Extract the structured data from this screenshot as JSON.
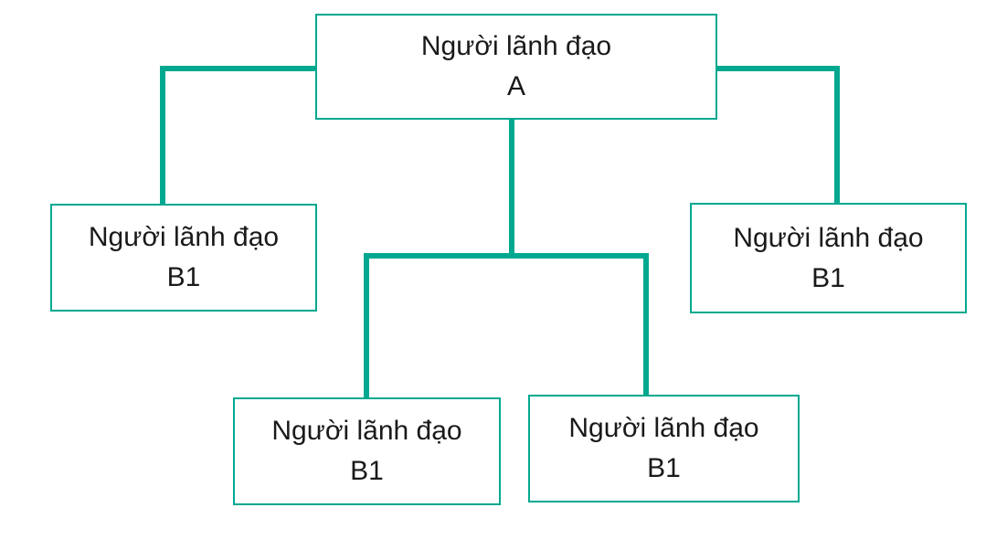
{
  "diagram": {
    "type": "org-chart",
    "accent_color": "#00a88f",
    "text_color": "#1a1a1a",
    "nodes": {
      "root": {
        "title": "Người lãnh đạo",
        "subtitle": "A"
      },
      "left": {
        "title": "Người lãnh đạo",
        "subtitle": "B1"
      },
      "right": {
        "title": "Người lãnh đạo",
        "subtitle": "B1"
      },
      "bottom_left": {
        "title": "Người lãnh đạo",
        "subtitle": "B1"
      },
      "bottom_right": {
        "title": "Người lãnh đạo",
        "subtitle": "B1"
      }
    },
    "edges": [
      "root-left",
      "root-right",
      "root-bottom_left",
      "root-bottom_right"
    ]
  }
}
